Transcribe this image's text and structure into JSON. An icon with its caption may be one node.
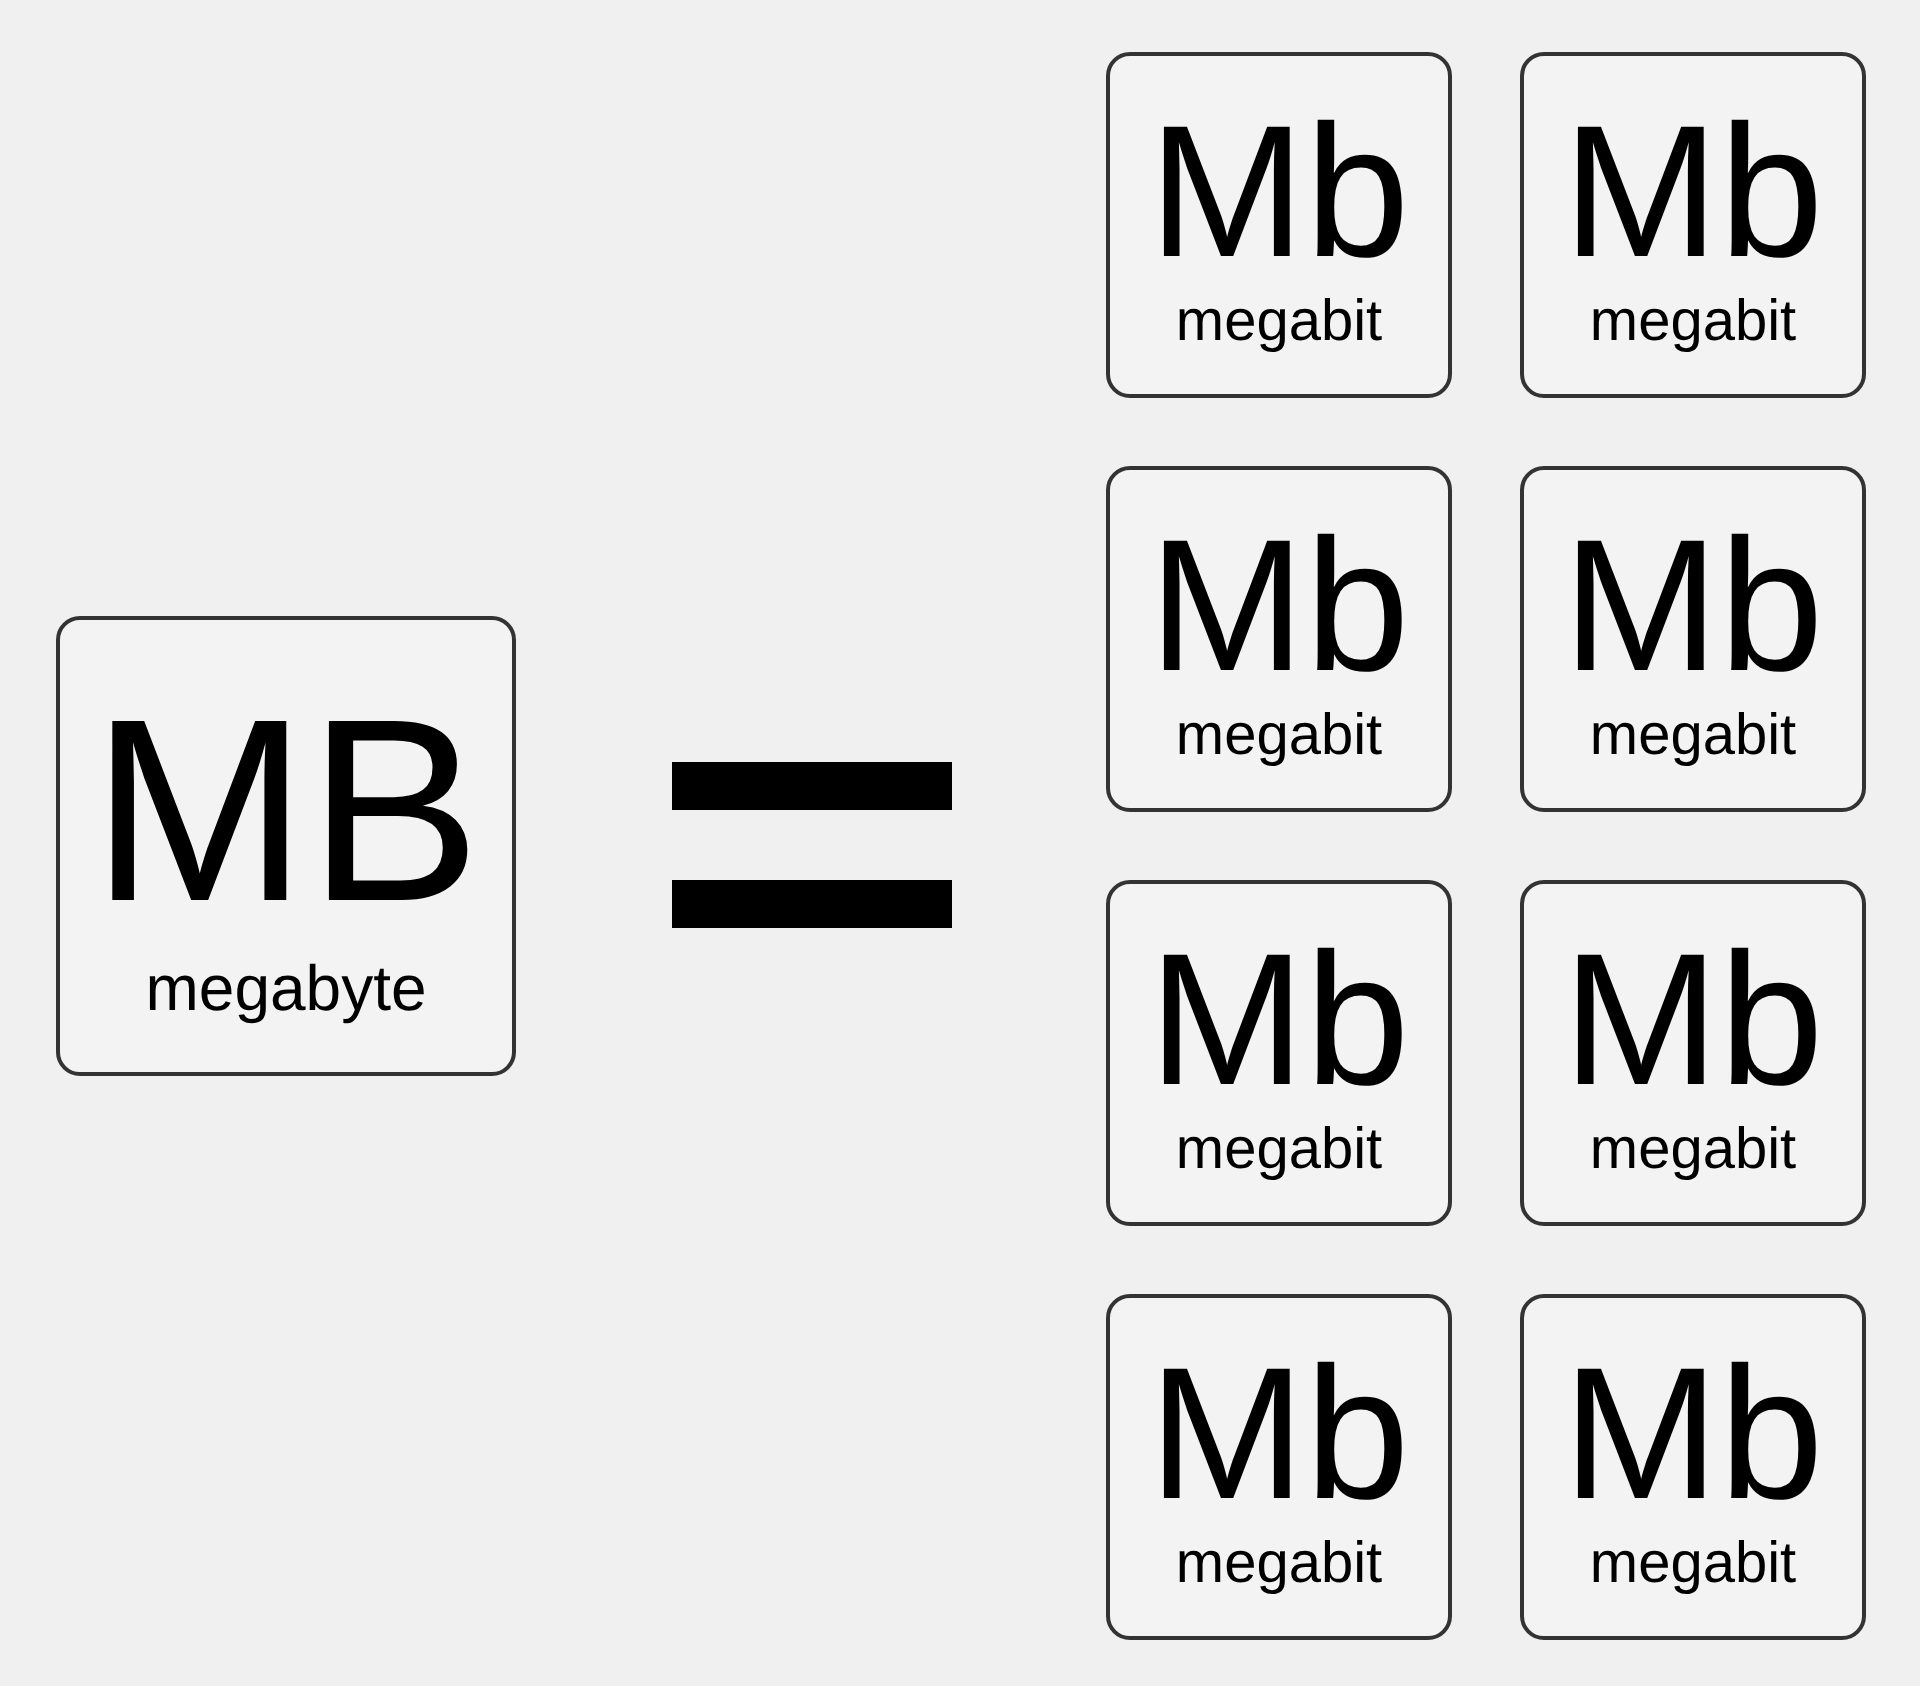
{
  "diagram": {
    "nodes": [
      {
        "text": [
          "MB",
          "megabyte"
        ]
      },
      {
        "text": [
          "Mb",
          "megabit"
        ]
      },
      {
        "text": [
          "Mb",
          "megabit"
        ]
      },
      {
        "text": [
          "Mb",
          "megabit"
        ]
      },
      {
        "text": [
          "Mb",
          "megabit"
        ]
      },
      {
        "text": [
          "Mb",
          "megabit"
        ]
      },
      {
        "text": [
          "Mb",
          "megabit"
        ]
      },
      {
        "text": [
          "Mb",
          "megabit"
        ]
      },
      {
        "text": [
          "Mb",
          "megabit"
        ]
      }
    ]
  }
}
